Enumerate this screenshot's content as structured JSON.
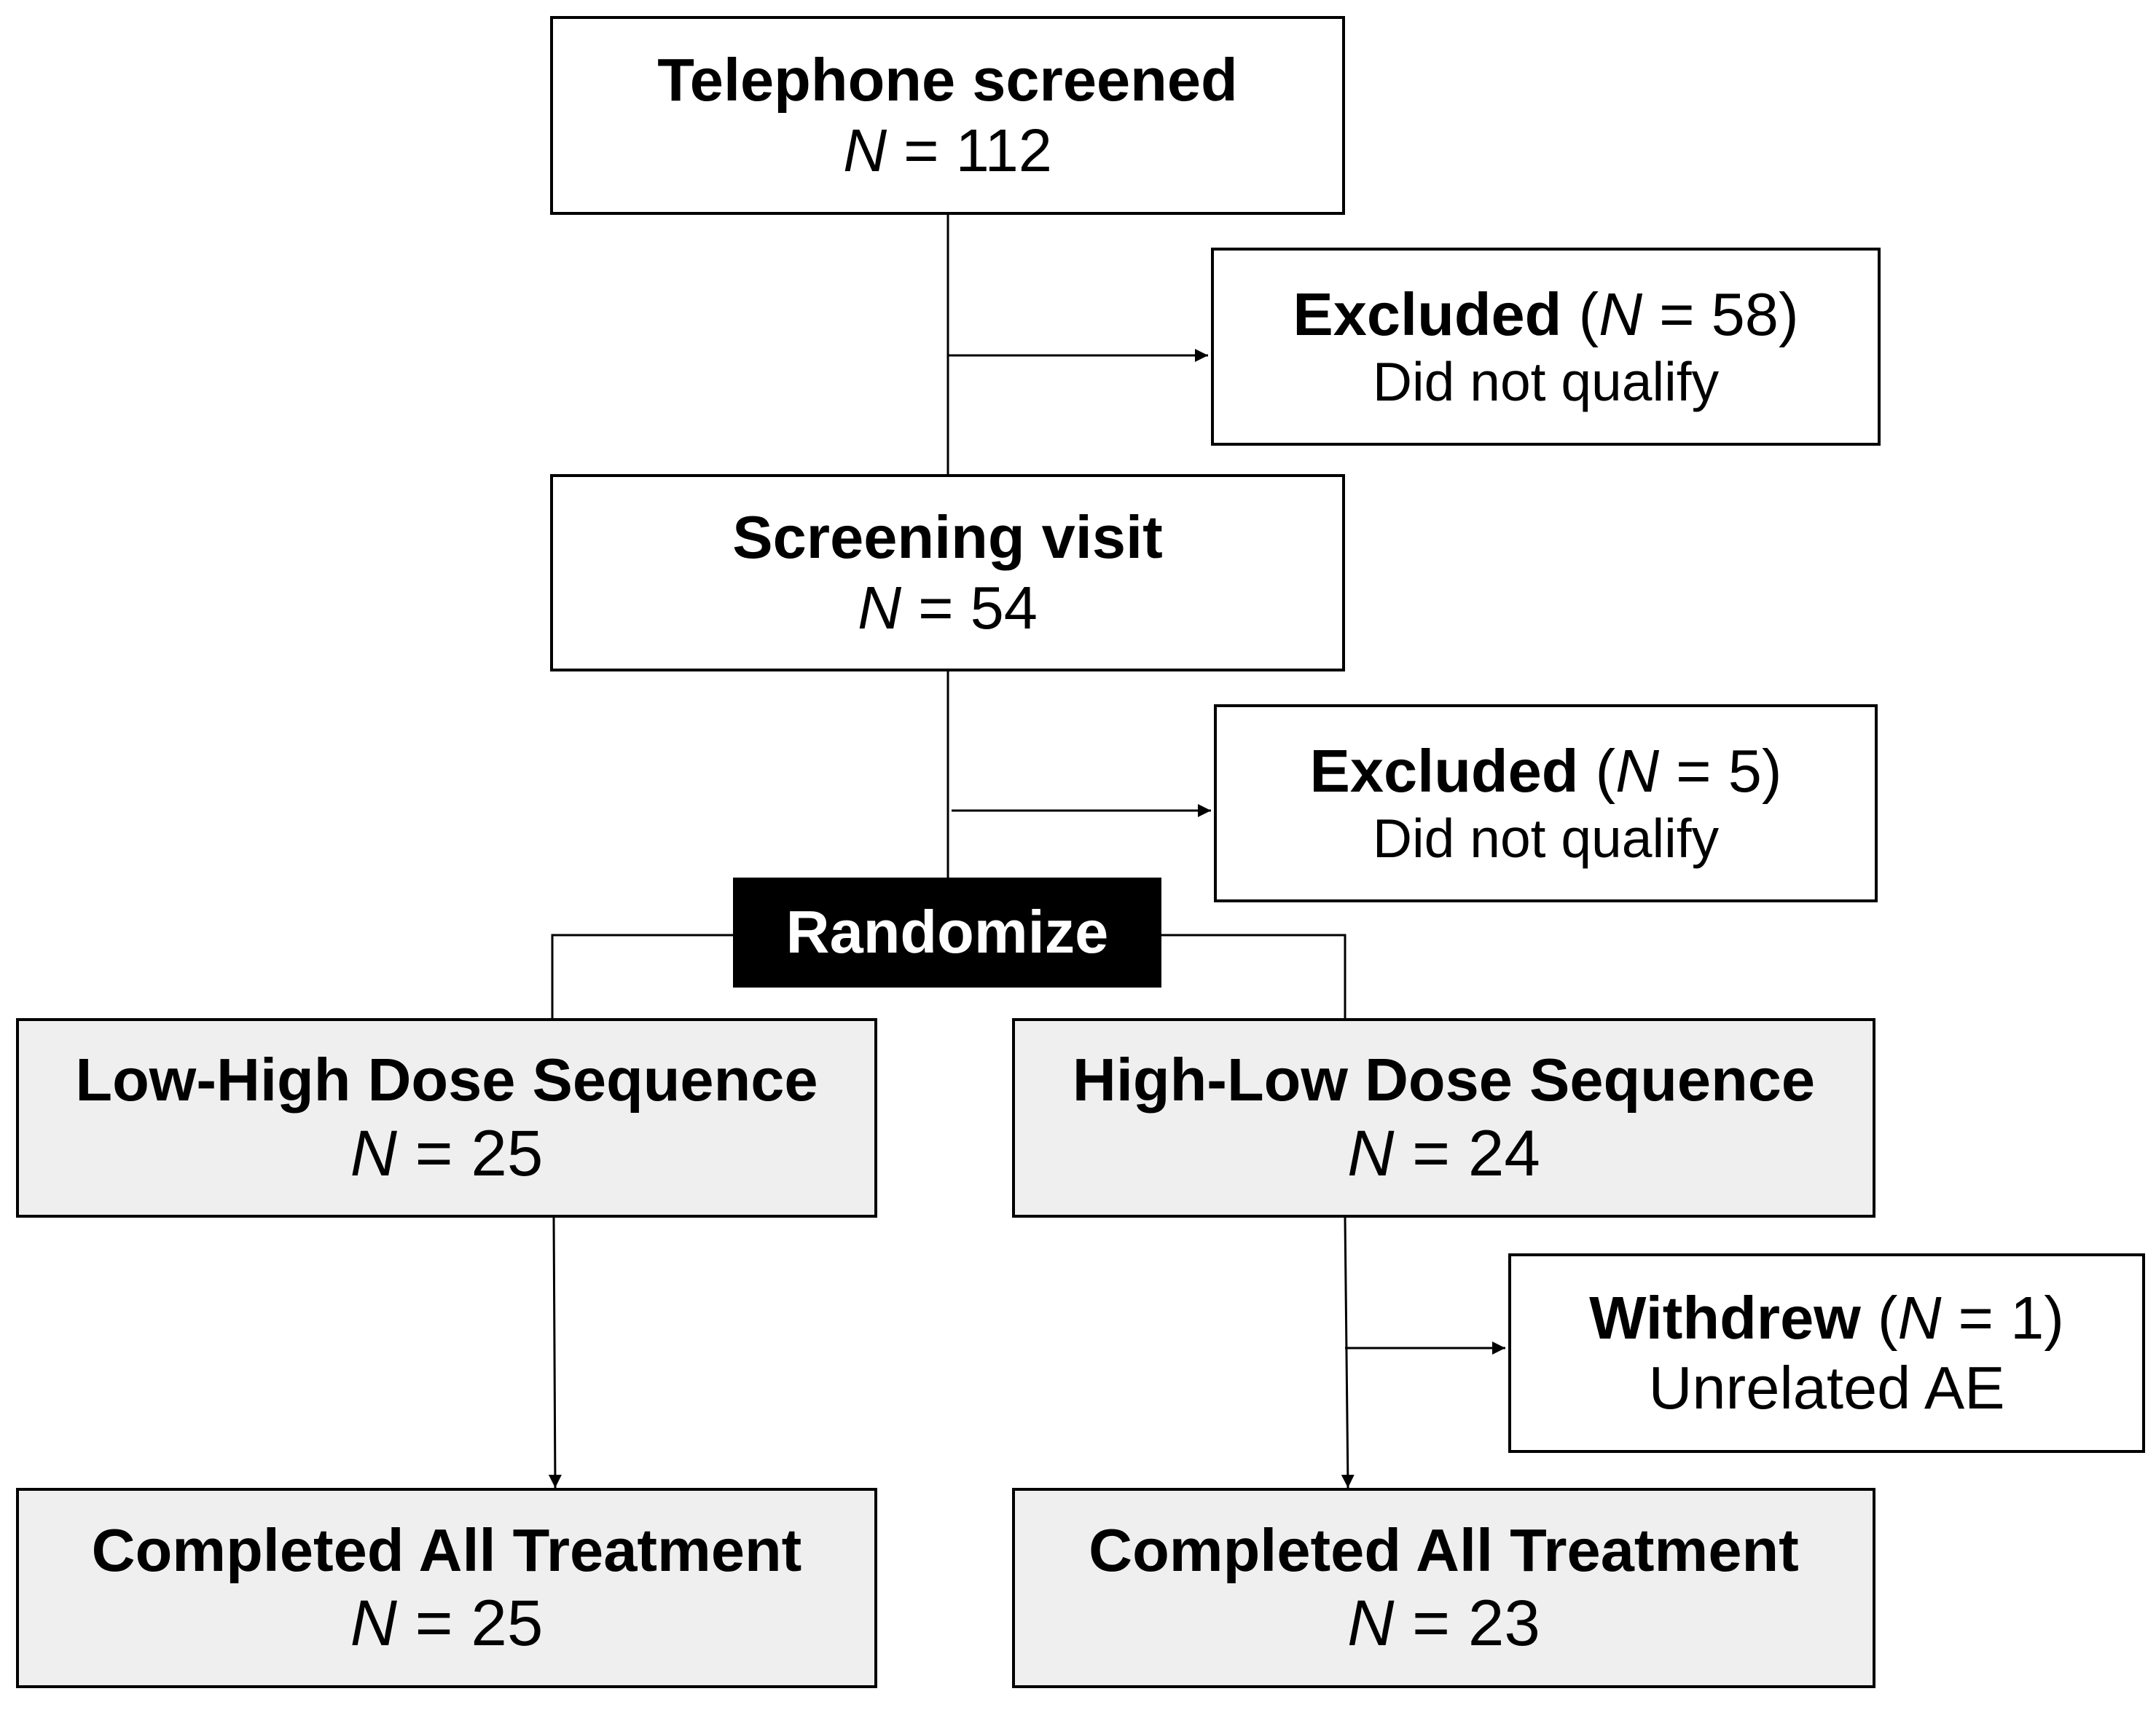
{
  "stages": {
    "telephone": {
      "title": "Telephone screened",
      "n_symbol": "N",
      "n_rest": " = 112"
    },
    "excluded_1": {
      "title": "Excluded",
      "open": " (",
      "n_symbol": "N",
      "n_rest": " = 58)",
      "reason": "Did not qualify"
    },
    "screening": {
      "title": "Screening visit",
      "n_symbol": "N",
      "n_rest": " = 54"
    },
    "excluded_2": {
      "title": "Excluded",
      "open": " (",
      "n_symbol": "N",
      "n_rest": " = 5)",
      "reason": "Did not qualify"
    },
    "randomize": {
      "label": "Randomize"
    },
    "low_high": {
      "title": "Low-High Dose Sequence",
      "n_symbol": "N",
      "n_rest": " = 25"
    },
    "high_low": {
      "title": "High-Low Dose Sequence",
      "n_symbol": "N",
      "n_rest": " = 24"
    },
    "withdrew": {
      "title": "Withdrew",
      "open": " (",
      "n_symbol": "N",
      "n_rest": " = 1)",
      "reason": "Unrelated AE"
    },
    "completed_left": {
      "title": "Completed All Treatment",
      "n_symbol": "N",
      "n_rest": " = 25"
    },
    "completed_right": {
      "title": "Completed All Treatment",
      "n_symbol": "N",
      "n_rest": " = 23"
    }
  },
  "colors": {
    "line": "#000000",
    "box_fill": "#ffffff",
    "grey_fill": "#efefef",
    "randomize_fill": "#000000",
    "randomize_text": "#ffffff"
  }
}
